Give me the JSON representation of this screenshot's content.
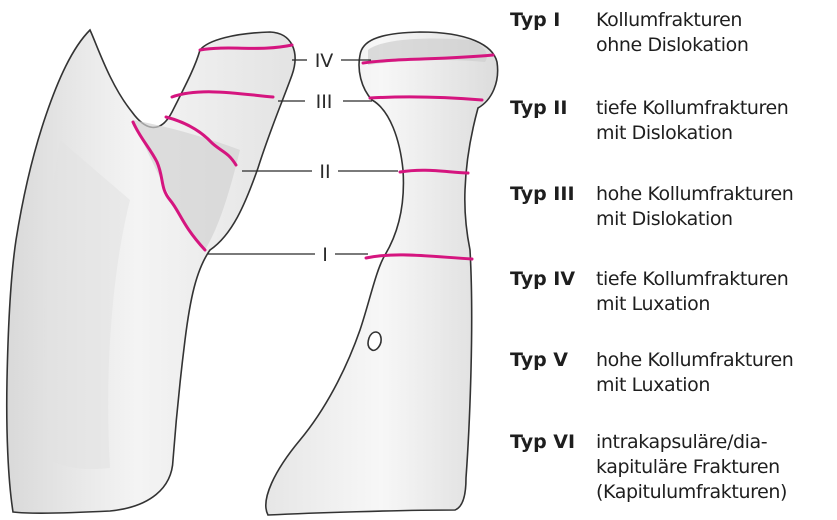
{
  "colors": {
    "fracture_line": "#d5157f",
    "bone_fill": "#ececec",
    "outline": "#333333"
  },
  "diagram": {
    "roman_labels": [
      "IV",
      "III",
      "II",
      "I"
    ]
  },
  "legend": [
    {
      "type": "Typ I",
      "description": "Kollumfrakturen\nohne Dislokation"
    },
    {
      "type": "Typ II",
      "description": "tiefe Kollumfrakturen\nmit Dislokation"
    },
    {
      "type": "Typ III",
      "description": "hohe Kollumfrakturen\nmit Dislokation"
    },
    {
      "type": "Typ IV",
      "description": "tiefe Kollumfrakturen\nmit Luxation"
    },
    {
      "type": "Typ V",
      "description": "hohe Kollumfrakturen\nmit Luxation"
    },
    {
      "type": "Typ VI",
      "description": "intrakapsuläre/dia-\nkapituläre Frakturen\n(Kapitulumfrakturen)"
    }
  ]
}
